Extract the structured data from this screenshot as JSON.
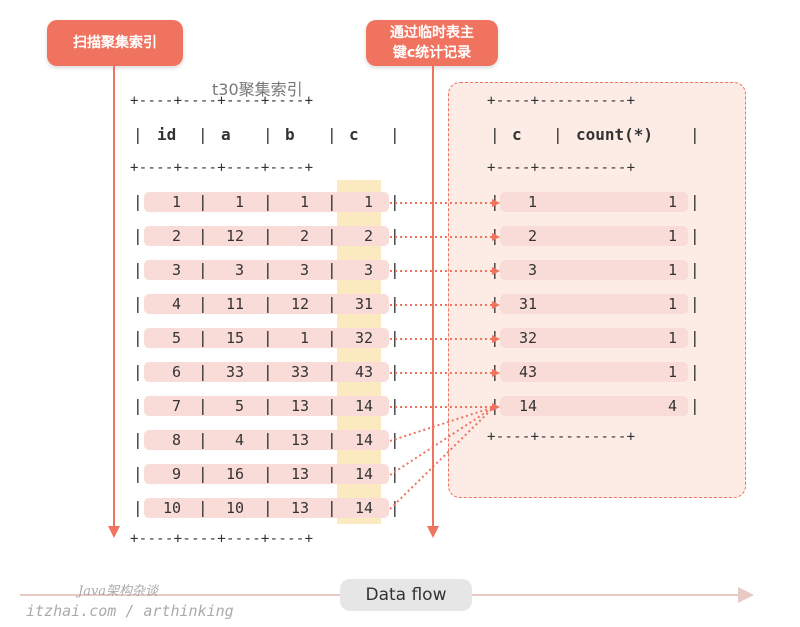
{
  "labels": {
    "scan": "扫描聚集索引",
    "temp_line1": "通过临时表主",
    "temp_line2": "键c统计记录"
  },
  "source_table": {
    "title": "t30聚集索引",
    "border": "+----+----+----+----+",
    "columns": [
      "id",
      "a",
      "b",
      "c"
    ],
    "rows": [
      [
        "1",
        "1",
        "1",
        "1"
      ],
      [
        "2",
        "12",
        "2",
        "2"
      ],
      [
        "3",
        "3",
        "3",
        "3"
      ],
      [
        "4",
        "11",
        "12",
        "31"
      ],
      [
        "5",
        "15",
        "1",
        "32"
      ],
      [
        "6",
        "33",
        "33",
        "43"
      ],
      [
        "7",
        "5",
        "13",
        "14"
      ],
      [
        "8",
        "4",
        "13",
        "14"
      ],
      [
        "9",
        "16",
        "13",
        "14"
      ],
      [
        "10",
        "10",
        "13",
        "14"
      ]
    ]
  },
  "temp_table": {
    "border": "+----+----------+",
    "columns": [
      "c",
      "count(*)"
    ],
    "rows": [
      [
        "1",
        "1"
      ],
      [
        "2",
        "1"
      ],
      [
        "3",
        "1"
      ],
      [
        "31",
        "1"
      ],
      [
        "32",
        "1"
      ],
      [
        "43",
        "1"
      ],
      [
        "14",
        "4"
      ]
    ]
  },
  "flow": {
    "label": "Data flow"
  },
  "watermark": {
    "line1": "Java架构杂谈",
    "line2": "itzhai.com / arthinking"
  },
  "colors": {
    "accent": "#f0735f",
    "row_fill": "#f9dcd8",
    "c_highlight": "#fbe7b8",
    "temp_bg": "#fdebe6"
  }
}
